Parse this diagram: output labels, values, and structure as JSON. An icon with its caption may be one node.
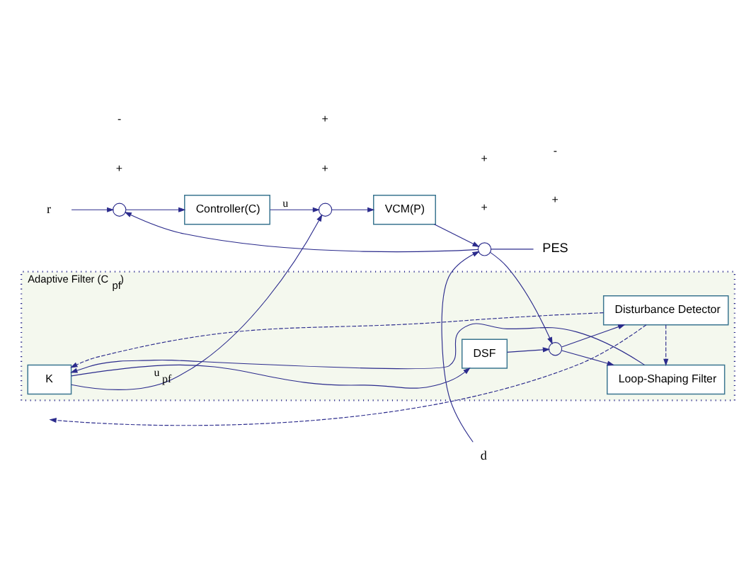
{
  "diagram": {
    "nodes": [
      {
        "text": [
          "r"
        ]
      },
      {
        "text": [],
        "shape": "circle"
      },
      {
        "text": [
          "Controller(C)"
        ]
      },
      {
        "text": [],
        "shape": "circle"
      },
      {
        "text": [
          "VCM(P)"
        ]
      },
      {
        "text": [],
        "shape": "circle"
      },
      {
        "text": [
          "d"
        ]
      },
      {
        "text": [
          "PES"
        ]
      },
      {
        "text": [
          "Adaptive Filter (C$_{pf}$)"
        ]
      },
      {
        "text": [
          "DSF"
        ],
        "in": 8
      },
      {
        "text": [],
        "shape": "circle",
        "in": 8
      },
      {
        "text": [
          "K"
        ],
        "in": 8
      },
      {
        "text": [
          "Loop-Shaping Filter"
        ],
        "in": 8
      },
      {
        "text": [
          "Disturbance Detector"
        ],
        "in": 8
      }
    ],
    "edges": [
      {
        "from": 0,
        "to": 1,
        "arrow": "to"
      },
      {
        "from": 1,
        "to": 2,
        "arrow": "to"
      },
      {
        "from": 2,
        "to": 3,
        "arrow": "to",
        "label": "u"
      },
      {
        "from": 3,
        "to": 4,
        "arrow": "to"
      },
      {
        "from": 4,
        "to": 5,
        "arrow": "to"
      },
      {
        "from": 6,
        "to": 5,
        "arrow": "to"
      },
      {
        "from": 5,
        "to": 7,
        "arrow": "none"
      },
      {
        "from": 5,
        "to": 10,
        "arrow": "to"
      },
      {
        "from": 10,
        "to": 13,
        "arrow": "to"
      },
      {
        "from": 10,
        "to": 12,
        "arrow": "to"
      },
      {
        "from": 5,
        "to": 1,
        "arrow": "to"
      },
      {
        "from": 11,
        "to": 3,
        "arrow": "to",
        "label": "u$_{pf}$"
      },
      {
        "from": 11,
        "to": 9,
        "arrow": "to"
      },
      {
        "from": 9,
        "to": 10,
        "arrow": "to"
      },
      {
        "from": 12,
        "to": 11,
        "arrow": "to"
      },
      {
        "from": 13,
        "to": 11,
        "arrow": "to",
        "style": "dashed"
      },
      {
        "from": 13,
        "to": 12,
        "arrow": "to",
        "style": "dashed"
      },
      {
        "from": 13,
        "to": null,
        "arrow": "to",
        "style": "dashed"
      }
    ],
    "labels": [
      "+",
      "-",
      "+",
      "+",
      "+",
      "+",
      "+",
      "-"
    ]
  }
}
